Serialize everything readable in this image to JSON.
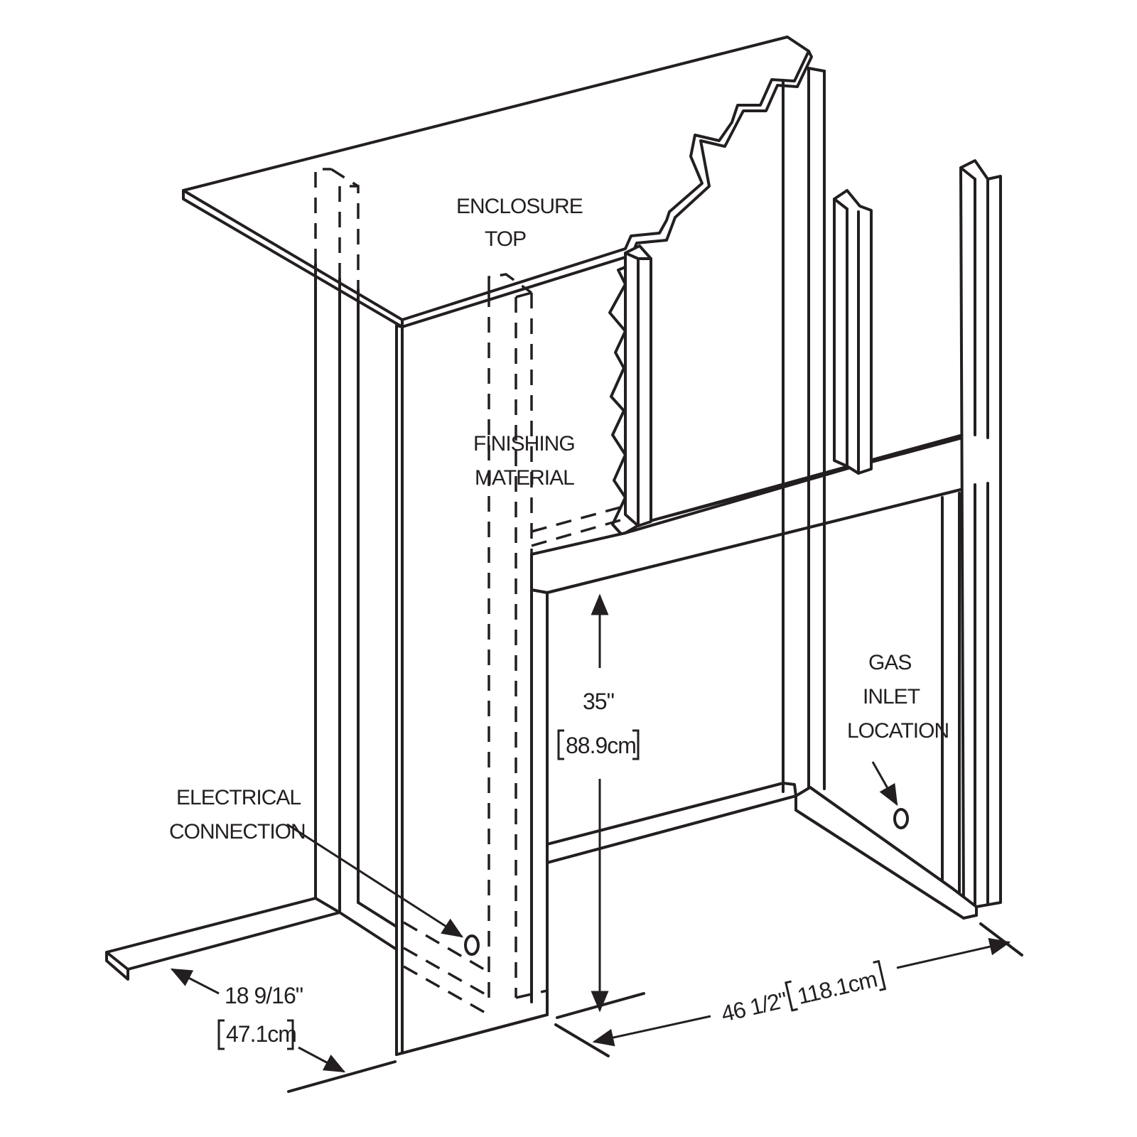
{
  "labels": {
    "enclosure_top": [
      "ENCLOSURE",
      "TOP"
    ],
    "finishing_material": [
      "FINISHING",
      "MATERIAL"
    ],
    "electrical_connection": [
      "ELECTRICAL",
      "CONNECTION"
    ],
    "gas_inlet_location": [
      "GAS",
      "INLET",
      "LOCATION"
    ]
  },
  "dimensions": {
    "height": {
      "imperial": "35\"",
      "metric": "88.9cm"
    },
    "width": {
      "imperial": "46 1/2\"",
      "metric": "118.1cm"
    },
    "depth": {
      "imperial": "18 9/16\"",
      "metric": "47.1cm"
    }
  },
  "colors": {
    "line": "#231f20",
    "background": "#ffffff"
  }
}
